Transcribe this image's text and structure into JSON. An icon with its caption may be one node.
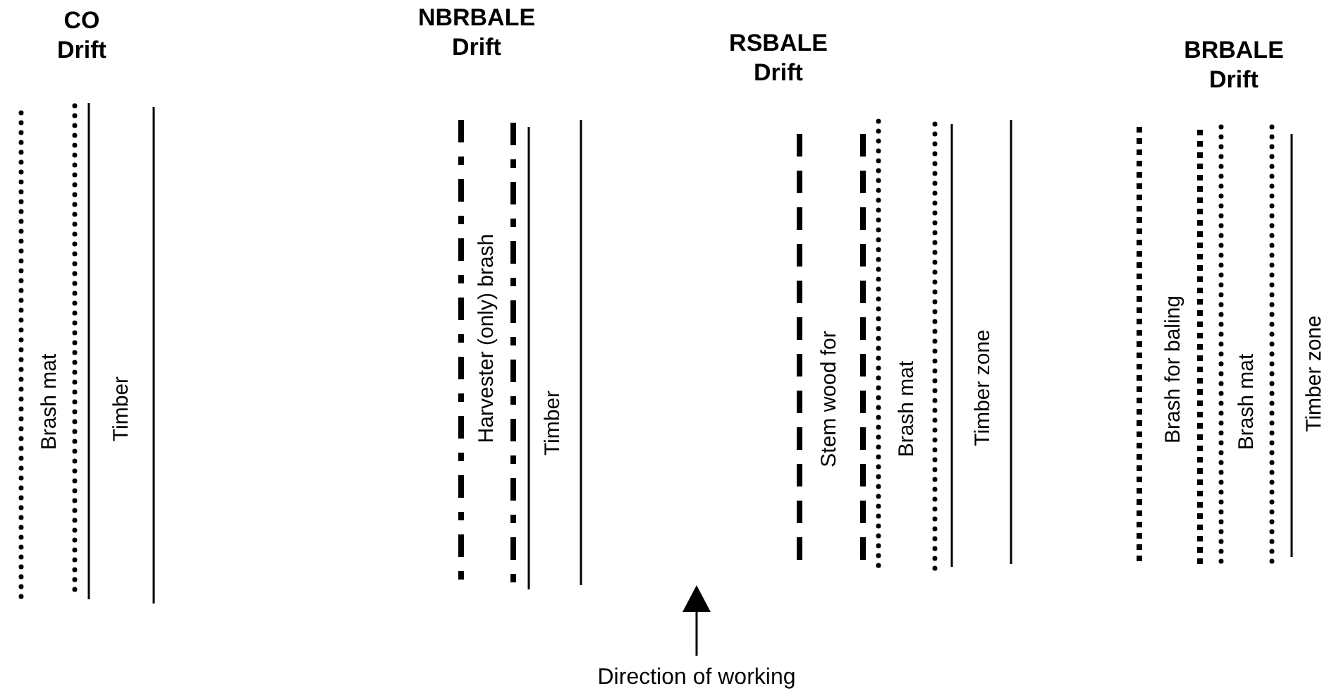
{
  "diagram": {
    "labels": [
      "CO Drift",
      "Brash mat",
      "Timber",
      "NBRBALE Drift",
      "Harvester (only) brash",
      "Timber",
      "RSBALE Drift",
      "Stem wood for",
      "Brash mat",
      "Timber zone",
      "BRBALE Drift",
      "Brash for baling",
      "Brash mat",
      "Timber zone",
      "Direction of working"
    ]
  }
}
